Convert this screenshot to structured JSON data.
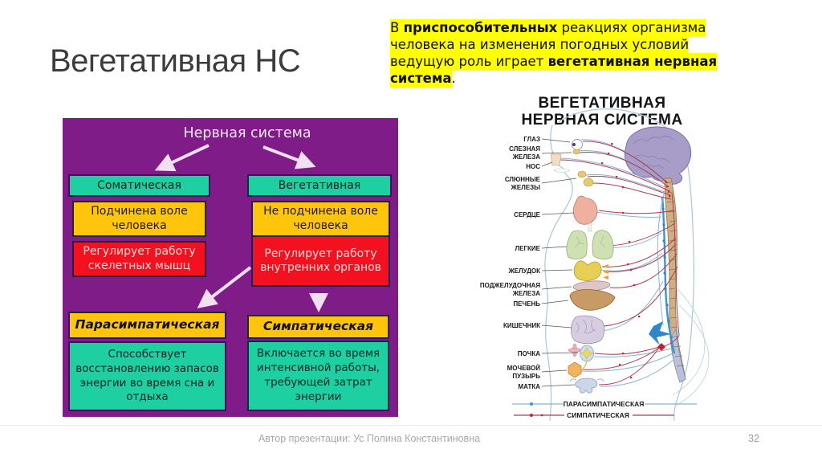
{
  "slide": {
    "title": "Вегетативная НС",
    "footer": "Автор презентации: Ус Полина Константиновна",
    "page_number": "32"
  },
  "intro": {
    "l1a": "В ",
    "l1b": "приспособительных",
    "l1c": " реакциях организма",
    "l2": "человека на изменения погодных условий",
    "l3a": "ведущую роль играет ",
    "l3b": "вегетативная нервная",
    "l4a": "система",
    "l4b": "."
  },
  "flowchart": {
    "title": "Нервная система",
    "somatic": {
      "name": "Соматическая",
      "will": "Подчинена воле человека",
      "function": "Регулирует работу скелетных мышц"
    },
    "vegetative": {
      "name": "Вегетативная",
      "will": "Не подчинена воле человека",
      "function": "Регулирует работу внутренних органов"
    },
    "parasympathetic": {
      "name": "Парасимпатическая",
      "desc": "Способствует восстановлению запасов энергии во время сна и отдыха"
    },
    "sympathetic": {
      "name": "Симпатическая",
      "desc": "Включается во время интенсивной работы, требующей затрат энергии"
    }
  },
  "anatomy": {
    "title_line1": "ВЕГЕТАТИВНАЯ",
    "title_line2": "НЕРВНАЯ СИСТЕМА",
    "labels": {
      "eye": "ГЛАЗ",
      "lacrimal1": "СЛЕЗНАЯ",
      "lacrimal2": "ЖЕЛЕЗА",
      "nose": "НОС",
      "salivary1": "СЛЮННЫЕ",
      "salivary2": "ЖЕЛЕЗЫ",
      "heart": "СЕРДЦЕ",
      "lungs": "ЛЕГКИЕ",
      "stomach": "ЖЕЛУДОК",
      "pancreas1": "ПОДЖЕЛУДОЧНАЯ",
      "pancreas2": "ЖЕЛЕЗА",
      "liver": "ПЕЧЕНЬ",
      "intestine": "КИШЕЧНИК",
      "kidney": "ПОЧКА",
      "bladder1": "МОЧЕВОЙ",
      "bladder2": "ПУЗЫРЬ",
      "uterus": "МАТКА"
    },
    "legend": {
      "parasympathetic": "ПАРАСИМПАТИЧЕСКАЯ",
      "sympathetic": "СИМПАТИЧЕСКАЯ"
    }
  },
  "colors": {
    "purple_bg": "#7f1c87",
    "teal": "#1ecfa2",
    "yellow": "#ffc40c",
    "red": "#f3111f",
    "highlight": "#ffff00",
    "parasympathetic_line": "#85b5d8",
    "sympathetic_line": "#b23a4d"
  }
}
